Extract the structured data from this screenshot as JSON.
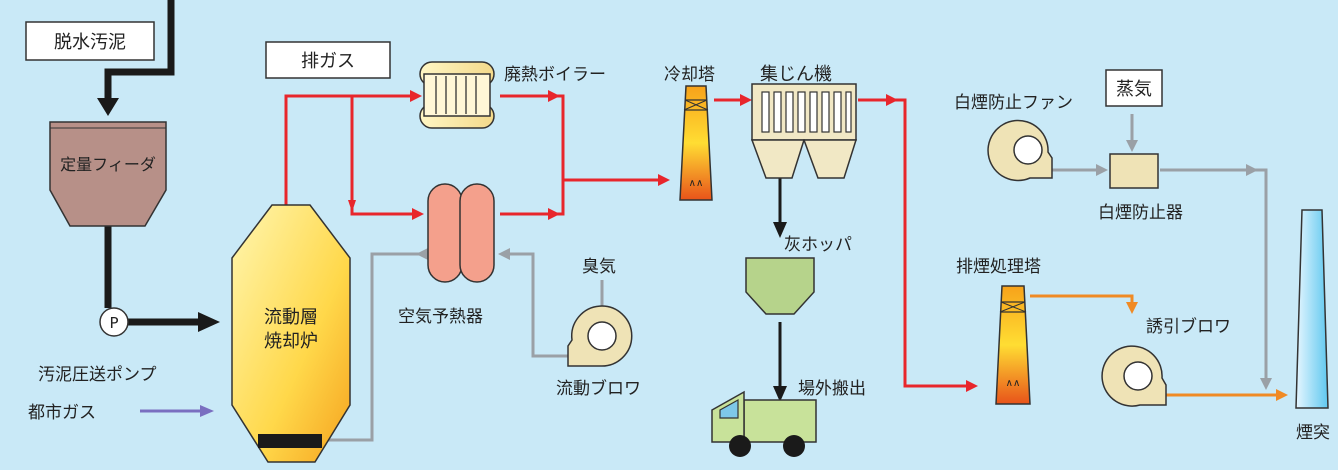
{
  "labels": {
    "dewatered_sludge": "脱水汚泥",
    "exhaust_gas": "排ガス",
    "waste_heat_boiler": "廃熱ボイラー",
    "cooling_tower": "冷却塔",
    "dust_collector": "集じん機",
    "white_smoke_fan": "白煙防止ファン",
    "steam": "蒸気",
    "white_smoke_preventer": "白煙防止器",
    "metering_feeder": "定量フィーダ",
    "furnace": "流動層\n焼却炉",
    "air_preheater": "空気予熱器",
    "odor": "臭気",
    "fluidizing_blower": "流動ブロワ",
    "ash_hopper": "灰ホッパ",
    "offsite_removal": "場外搬出",
    "flue_gas_treatment_tower": "排煙処理塔",
    "induced_blower": "誘引ブロワ",
    "sludge_pump": "汚泥圧送ポンプ",
    "pump_symbol": "P",
    "city_gas": "都市ガス",
    "chimney": "煙突"
  },
  "colors": {
    "background": "#c9e9f7",
    "hot_gas": "#e8262c",
    "sludge_flow": "#1a1a1a",
    "air_flow": "#9aa0a6",
    "treated_gas": "#f08a24",
    "city_gas": "#7a6fc0"
  }
}
